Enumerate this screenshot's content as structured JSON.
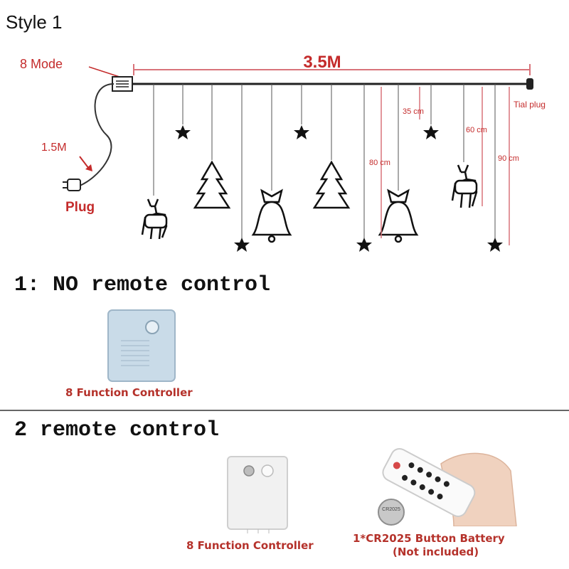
{
  "header": {
    "title": "Style 1"
  },
  "diagram": {
    "mode_label": "8 Mode",
    "length_label": "3.5M",
    "cable_label": "1.5M",
    "plug_label": "Plug",
    "tail_label": "Tial plug",
    "dim_35": "35 cm",
    "dim_60": "60 cm",
    "dim_80": "80 cm",
    "dim_90": "90 cm"
  },
  "section1": {
    "title": "1: NO remote control",
    "controller_caption": "8 Function Controller"
  },
  "section2": {
    "title": "2 remote control",
    "controller_caption": "8 Function Controller",
    "battery_caption": "1*CR2025 Button Battery",
    "battery_note": "(Not included)",
    "battery_marking": "CR2025"
  },
  "colors": {
    "accent_red": "#c42b2b",
    "dimension_red": "#d9737a",
    "caption_red": "#b5322b"
  }
}
